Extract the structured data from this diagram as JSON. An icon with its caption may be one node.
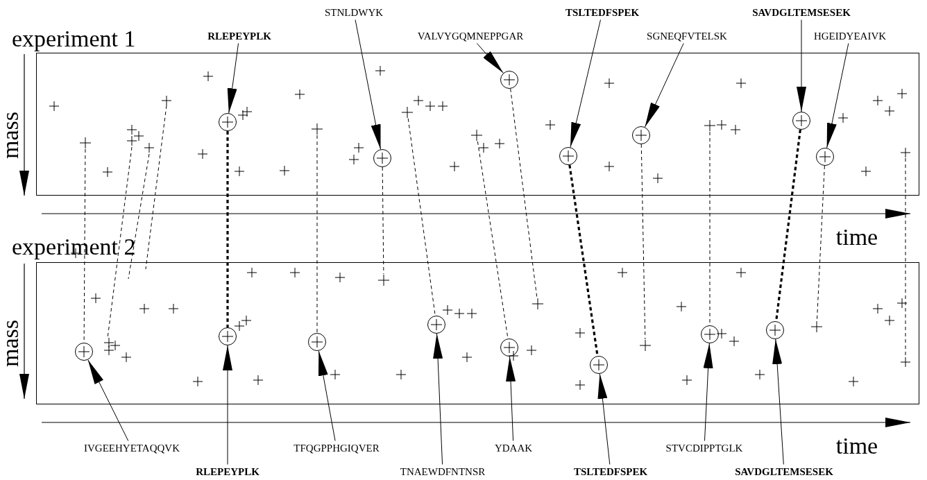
{
  "diagram": {
    "nodes": [
      {
        "text": [
          "experiment 1"
        ]
      },
      {
        "text": [
          "RLEPEYPLK"
        ]
      },
      {
        "text": [
          "STNLDWYK"
        ]
      },
      {
        "text": [
          "VALVYGQMNEPPGAR"
        ]
      },
      {
        "text": [
          "TSLTEDFSPEK"
        ]
      },
      {
        "text": [
          "SGNEQFVTELSK"
        ]
      },
      {
        "text": [
          "SAVDGLTEMSESEK"
        ]
      },
      {
        "text": [
          "HGEIDYEAIVK"
        ]
      },
      {
        "text": [],
        "shape": "circle",
        "in": 0
      },
      {
        "text": [],
        "shape": "circle",
        "in": 0
      },
      {
        "text": [],
        "shape": "circle",
        "in": 0
      },
      {
        "text": [],
        "shape": "circle",
        "in": 0
      },
      {
        "text": [],
        "shape": "circle",
        "in": 0
      },
      {
        "text": [],
        "shape": "circle",
        "in": 0
      },
      {
        "text": [],
        "shape": "circle",
        "in": 0
      },
      {
        "text": [],
        "shape": "cross",
        "in": 0
      },
      {
        "text": [],
        "shape": "cross",
        "in": 0
      },
      {
        "text": [],
        "shape": "cross",
        "in": 0
      },
      {
        "text": [],
        "shape": "cross",
        "in": 0
      },
      {
        "text": [],
        "shape": "cross",
        "in": 0
      },
      {
        "text": [
          "experiment 2"
        ]
      },
      {
        "text": [],
        "shape": "circle",
        "in": 20
      },
      {
        "text": [],
        "shape": "circle",
        "in": 20
      },
      {
        "text": [],
        "shape": "circle",
        "in": 20
      },
      {
        "text": [],
        "shape": "circle",
        "in": 20
      },
      {
        "text": [],
        "shape": "circle",
        "in": 20
      },
      {
        "text": [],
        "shape": "circle",
        "in": 20
      },
      {
        "text": [],
        "shape": "circle",
        "in": 20
      },
      {
        "text": [],
        "shape": "circle",
        "in": 20
      },
      {
        "text": [],
        "shape": "cross",
        "in": 20
      },
      {
        "text": [],
        "shape": "cross",
        "in": 20
      },
      {
        "text": [],
        "shape": "cross",
        "in": 20
      },
      {
        "text": [],
        "shape": "cross",
        "in": 20
      },
      {
        "text": [
          "IVGEEHYETAQQVK"
        ]
      },
      {
        "text": [
          "RLEPEYPLK"
        ]
      },
      {
        "text": [
          "TFQGPPHGIQVER"
        ]
      },
      {
        "text": [
          "TNAEWDFNTNSR"
        ]
      },
      {
        "text": [
          "YDAAK"
        ]
      },
      {
        "text": [
          "TSLTEDFSPEK"
        ]
      },
      {
        "text": [
          "STVCDIPPTGLK"
        ]
      },
      {
        "text": [
          "SAVDGLTEMSESEK"
        ]
      }
    ],
    "edges": [
      {
        "from": 1,
        "to": 8,
        "arrow": "to"
      },
      {
        "from": 2,
        "to": 9,
        "arrow": "to"
      },
      {
        "from": 3,
        "to": 10,
        "arrow": "to"
      },
      {
        "from": 4,
        "to": 11,
        "arrow": "to"
      },
      {
        "from": 5,
        "to": 12,
        "arrow": "to"
      },
      {
        "from": 6,
        "to": 13,
        "arrow": "to"
      },
      {
        "from": 7,
        "to": 14,
        "arrow": "to"
      },
      {
        "from": 33,
        "to": 21,
        "arrow": "to"
      },
      {
        "from": 34,
        "to": 22,
        "arrow": "to"
      },
      {
        "from": 35,
        "to": 23,
        "arrow": "to"
      },
      {
        "from": 36,
        "to": 24,
        "arrow": "to"
      },
      {
        "from": 37,
        "to": 25,
        "arrow": "to"
      },
      {
        "from": 38,
        "to": 26,
        "arrow": "to"
      },
      {
        "from": 39,
        "to": 27,
        "arrow": "to"
      },
      {
        "from": 40,
        "to": 28,
        "arrow": "to"
      },
      {
        "from": 8,
        "to": 22,
        "arrow": "none",
        "style": "dashed"
      },
      {
        "from": 11,
        "to": 26,
        "arrow": "none",
        "style": "dashed"
      },
      {
        "from": 13,
        "to": 28,
        "arrow": "none",
        "style": "dashed"
      },
      {
        "from": 15,
        "to": 21,
        "arrow": "none",
        "style": "dashed"
      },
      {
        "from": 16,
        "to": 23,
        "arrow": "none",
        "style": "dashed"
      },
      {
        "from": 9,
        "to": 29,
        "arrow": "none",
        "style": "dashed"
      },
      {
        "from": 10,
        "to": 30,
        "arrow": "none",
        "style": "dashed"
      },
      {
        "from": 17,
        "to": 24,
        "arrow": "none",
        "style": "dashed"
      },
      {
        "from": 18,
        "to": 25,
        "arrow": "none",
        "style": "dashed"
      },
      {
        "from": 12,
        "to": 31,
        "arrow": "none",
        "style": "dashed"
      },
      {
        "from": 19,
        "to": 27,
        "arrow": "none",
        "style": "dashed"
      },
      {
        "from": 14,
        "to": 32,
        "arrow": "none",
        "style": "dashed"
      }
    ],
    "labels": [
      "mass",
      "time",
      "mass",
      "time"
    ]
  }
}
